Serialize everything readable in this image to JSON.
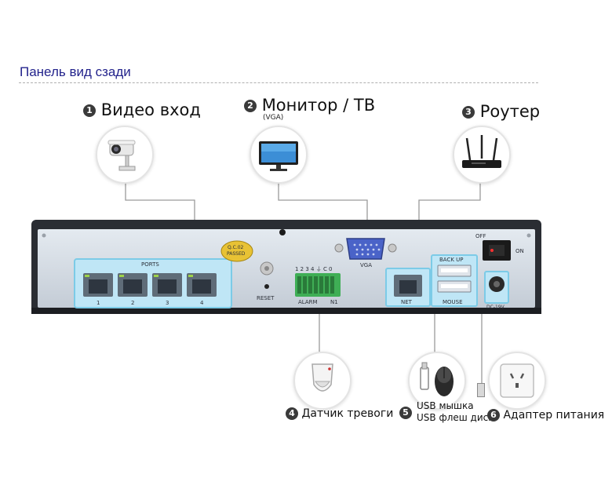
{
  "header": {
    "title": "Панель вид сзади"
  },
  "callouts": {
    "c1": {
      "num": "1",
      "label": "Видео вход"
    },
    "c2": {
      "num": "2",
      "label": "Монитор / ТВ",
      "sub": "(VGA)"
    },
    "c3": {
      "num": "3",
      "label": "Роутер"
    },
    "c4": {
      "num": "4",
      "label": "Датчик тревоги"
    },
    "c5": {
      "num": "5",
      "line1": "USB мышка",
      "line2": "USB флеш диск"
    },
    "c6": {
      "num": "6",
      "label": "Адаптер питания"
    }
  },
  "panel": {
    "ports_title": "PORTS",
    "port_numbers": [
      "1",
      "2",
      "3",
      "4"
    ],
    "sticker_line1": "Q.C.02",
    "sticker_line2": "PASSED",
    "reset": "RESET",
    "alarm_pins": "1 2 3 4 ⏚ C 0",
    "alarm": "ALARM",
    "n1": "N1",
    "vga": "VGA",
    "net": "NET",
    "backup": "BACK UP",
    "mouse": "MOUSE",
    "off": "OFF",
    "on": "ON",
    "dc": "DC-19V"
  },
  "colors": {
    "title": "#23238c",
    "chassis_dark": "#2a2d33",
    "panel_face": "#d5dde6",
    "port_block": "#bfe6f6",
    "port_block_border": "#7ccbe7",
    "alarm_terminal": "#3fae55",
    "vga_blue": "#4a63c8"
  }
}
